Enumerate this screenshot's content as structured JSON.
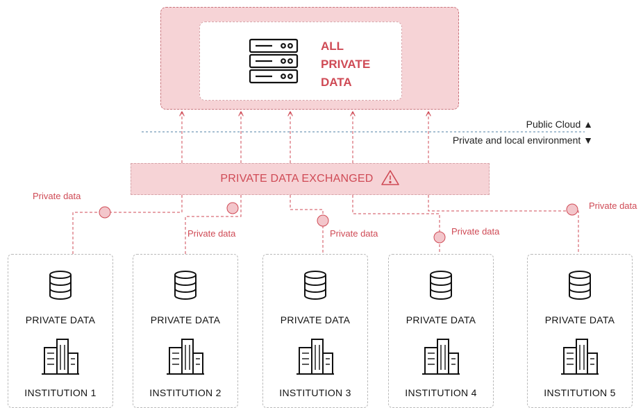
{
  "cloud": {
    "title_lines": [
      "ALL",
      "PRIVATE",
      "DATA"
    ],
    "icon": "server-rack-icon"
  },
  "zones": {
    "public": "Public Cloud ▲",
    "private": "Private and local environment ▼"
  },
  "exchange": {
    "label": "PRIVATE DATA EXCHANGED",
    "icon": "warning-triangle-icon"
  },
  "flow_label": "Private data",
  "institutions": [
    {
      "data": "PRIVATE DATA",
      "name": "INSTITUTION 1"
    },
    {
      "data": "PRIVATE DATA",
      "name": "INSTITUTION 2"
    },
    {
      "data": "PRIVATE DATA",
      "name": "INSTITUTION 3"
    },
    {
      "data": "PRIVATE DATA",
      "name": "INSTITUTION 4"
    },
    {
      "data": "PRIVATE DATA",
      "name": "INSTITUTION 5"
    }
  ],
  "colors": {
    "accent": "#cf4a55",
    "panel": "#f6d3d6",
    "divider": "#4d7fa6",
    "node": "#f3c6cb"
  }
}
